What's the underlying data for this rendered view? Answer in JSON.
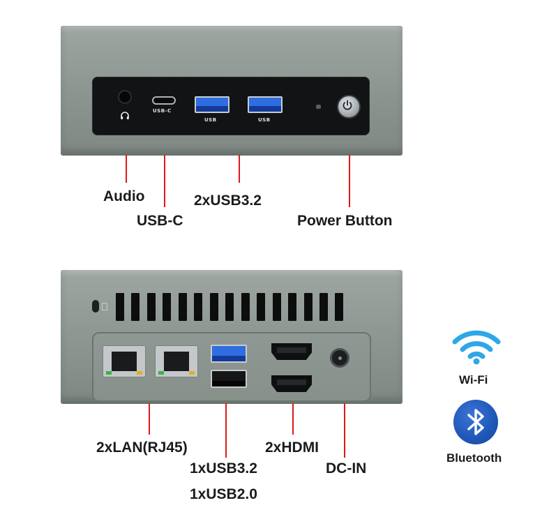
{
  "front": {
    "port_labels": {
      "usbc": "USB-C",
      "usb_left": "USB",
      "usb_right": "USB"
    },
    "callouts": {
      "audio": "Audio",
      "usbc": "USB-C",
      "usb32": "2xUSB3.2",
      "power": "Power Button"
    }
  },
  "rear": {
    "callouts": {
      "lan": "2xLAN(RJ45)",
      "usb32": "1xUSB3.2",
      "usb20": "1xUSB2.0",
      "hdmi": "2xHDMI",
      "dcin": "DC-IN"
    }
  },
  "connectivity": {
    "wifi": {
      "label": "Wi-Fi",
      "icon": "wifi-icon",
      "color": "#2ea7e8"
    },
    "bluetooth": {
      "label": "Bluetooth",
      "icon": "bluetooth-icon",
      "color": "#1f57b8"
    }
  },
  "colors": {
    "callout_line": "#e01818",
    "usb3_blue": "#2e6ee0"
  }
}
